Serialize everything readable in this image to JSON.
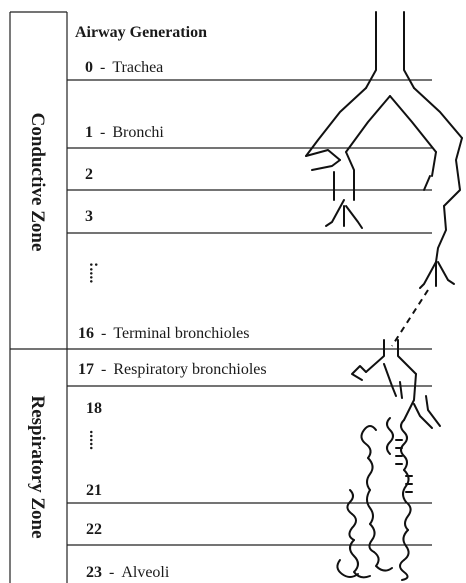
{
  "header": "Airway Generation",
  "zones": [
    {
      "id": "conductive",
      "label": "Conductive Zone"
    },
    {
      "id": "respiratory",
      "label": "Respiratory Zone"
    }
  ],
  "generations": [
    {
      "number": "0",
      "name": "Trachea"
    },
    {
      "number": "1",
      "name": "Bronchi"
    },
    {
      "number": "2",
      "name": ""
    },
    {
      "number": "3",
      "name": ""
    },
    {
      "number": "16",
      "name": "Terminal bronchioles"
    },
    {
      "number": "17",
      "name": "Respiratory bronchioles"
    },
    {
      "number": "18",
      "name": ""
    },
    {
      "number": "21",
      "name": ""
    },
    {
      "number": "22",
      "name": ""
    },
    {
      "number": "23",
      "name": "Alveoli"
    }
  ],
  "ellipses": [
    ":....",
    "....."
  ],
  "separator": "-"
}
